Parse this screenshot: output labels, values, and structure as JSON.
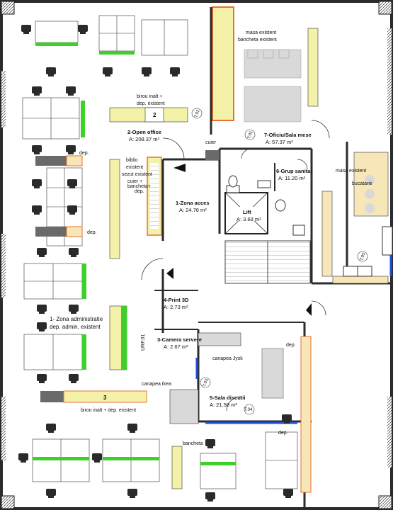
{
  "colors": {
    "wall": "#2b2b2b",
    "green": "#3fcf2a",
    "yellow": "#f4f1a8",
    "beige": "#f7e7b8",
    "orange": "#e8722e",
    "gray": "#6a6a6a",
    "light": "#d9d9d9",
    "blue": "#1f4fd6"
  },
  "rooms": {
    "open_office": {
      "name": "2-Open office",
      "area": "A: 208.37 m²"
    },
    "oficiu": {
      "name": "7-Oficiu/Sala mese",
      "area": "A: 57.37 m²"
    },
    "grup": {
      "name": "6-Grup sanitar",
      "area": "A: 11.20 m²"
    },
    "lift": {
      "name": "Lift",
      "area": "A: 3.68 m²"
    },
    "acces": {
      "name": "1-Zona acces",
      "area": "A: 24.76 m²"
    },
    "print": {
      "name": "4-Print 3D",
      "area": "A: 2.73 m²"
    },
    "servere": {
      "name": "3-Camera servere",
      "area": "A: 2.67 m²"
    },
    "sala": {
      "name": "5-Sala discutii",
      "area": "A: 21.58 m²"
    },
    "admin": {
      "name": "1- Zona administratie",
      "area": "dep. admin. existent"
    }
  },
  "labels": {
    "masa_existent_1": "masa existent",
    "bancheta_existent": "bancheta existent",
    "birou_inalt_1": "birou inalt +",
    "dep_existent_1": "dep. existent",
    "desk_num_2": "2",
    "cuier_1": "cuier",
    "dep_1": "dep.",
    "biblio": "biblio",
    "existent": "existent",
    "sezut_existent": "sezut existent",
    "cuier_bancheta_1": "cuier +",
    "cuier_bancheta_2": "bancheta+",
    "cuier_bancheta_3": "dep.",
    "dep_2": "dep.",
    "masa_existent_2": "masa existent",
    "bucatarie": "bucatarie",
    "canapea_jysk": "canapea Jysk",
    "dep_3": "dep.",
    "canapea_ikea": "canapea Ikea",
    "desk_num_3": "3",
    "birou_inalt_2": "birou inalt + dep. existent",
    "dep_4": "dep.",
    "bancheta_2": "bancheta",
    "urf": "URF.01"
  },
  "tags": {
    "t01": "T.01",
    "t02": "T.02",
    "t03": "T.03",
    "t04": "T.04",
    "t05": "T.05"
  },
  "icons": [
    "stair-arrow-icon",
    "door-swing-icon",
    "workstation-icon"
  ]
}
